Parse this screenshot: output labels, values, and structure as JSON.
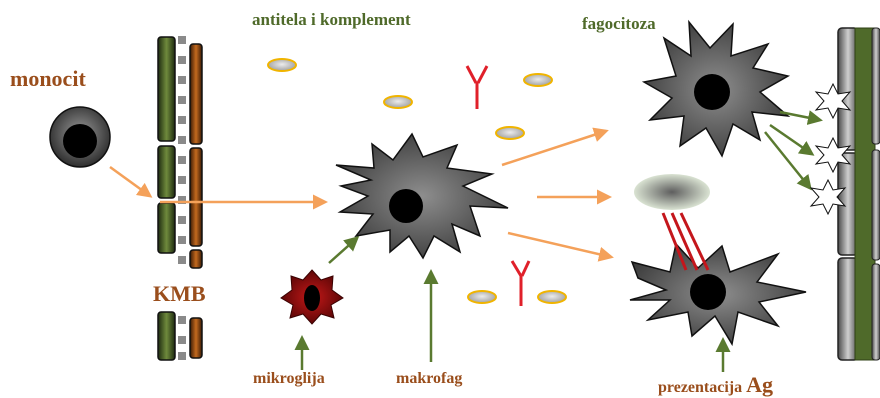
{
  "labels": {
    "monocyte": "monocit",
    "bbb": "KMB",
    "antibodies": "antitela i komplement",
    "phagocytosis": "fagocitoza",
    "microglia": "mikroglija",
    "macrophage": "makrofag",
    "presentation": "prezentacija",
    "presentation_ag": "Ag"
  },
  "colors": {
    "arrow_orange": "#f4a15a",
    "arrow_green": "#5a7a30",
    "label_brown": "#9a4e1c",
    "label_green": "#4f6a2a",
    "antibody_red": "#e0202a",
    "complement_yellow": "#f0b400",
    "cell_dark": "#3a3a3a",
    "microglia_red": "#8a0c0c"
  }
}
